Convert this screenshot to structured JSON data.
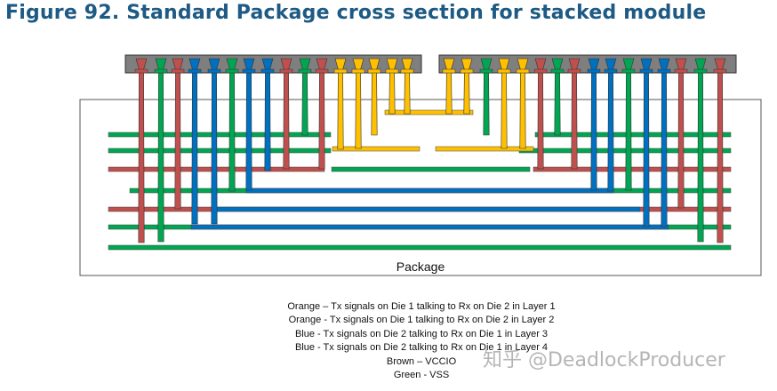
{
  "figure": {
    "title": "Figure 92.   Standard Package cross section for stacked module",
    "package_label": "Package"
  },
  "colors": {
    "red": "#c0504d",
    "green": "#00a651",
    "blue": "#0070c0",
    "yellow": "#ffc000",
    "die": "#7f7f7f",
    "title": "#1d5a84"
  },
  "legend": [
    "Orange – Tx signals on Die 1 talking to Rx on Die 2 in Layer 1",
    "Orange - Tx signals on Die 1 talking to Rx on Die 2 in Layer 2",
    "Blue - Tx signals on Die 2 talking to Rx on Die 1 in Layer 3",
    "Blue - Tx signals on Die 2 talking to Rx on Die 1 in Layer 4",
    "Brown – VCCIO",
    "Green - VSS"
  ],
  "watermark": "知乎 @DeadlockProducer"
}
